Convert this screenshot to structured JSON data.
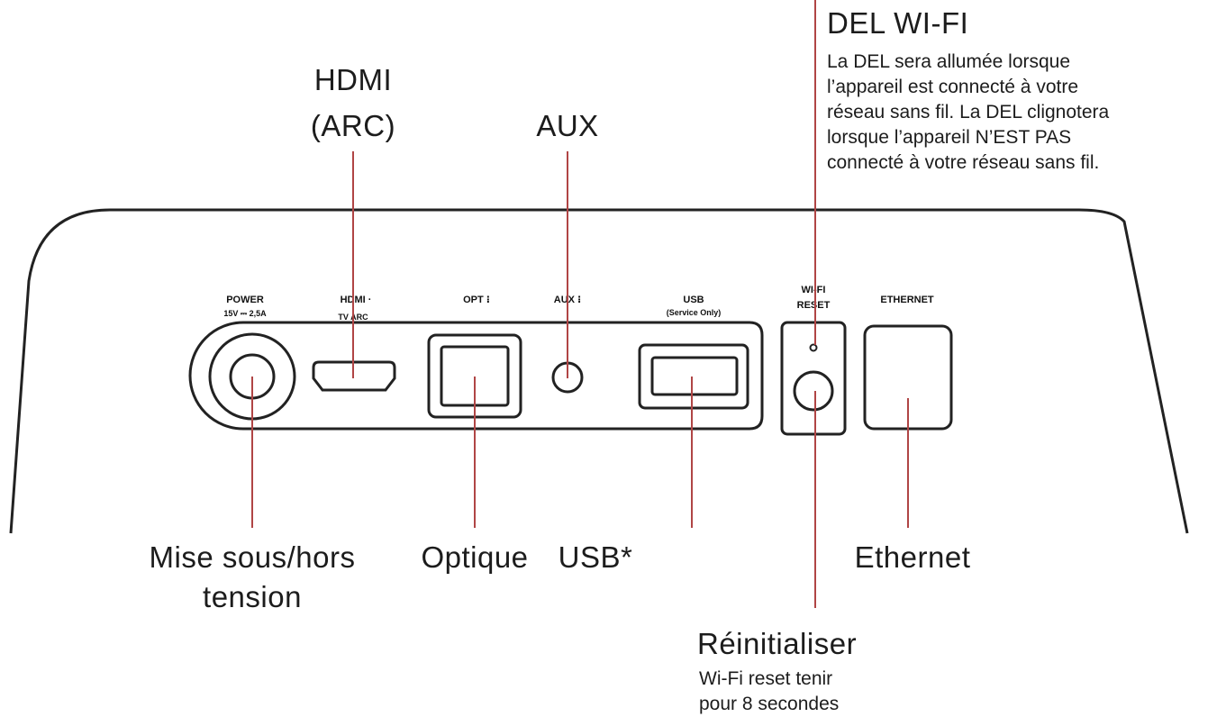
{
  "callouts": {
    "hdmi_line1": "HDMI",
    "hdmi_line2": "(ARC)",
    "aux": "AUX",
    "wifi_led_title": "DEL WI-FI",
    "wifi_led_desc": [
      "La DEL sera allumée lorsque",
      "l’appareil est connecté à votre",
      "réseau sans fil. La DEL clignotera",
      "lorsque l’appareil N’EST PAS",
      "connecté à votre réseau sans fil."
    ],
    "power_line1": "Mise sous/hors",
    "power_line2": "tension",
    "optical": "Optique",
    "usb": "USB*",
    "ethernet": "Ethernet",
    "reset_title": "Réinitialiser",
    "reset_desc": [
      "Wi-Fi reset tenir",
      "pour 8 secondes"
    ]
  },
  "panel_labels": {
    "power": "POWER",
    "power_rating": "15V ⎓ 2,5A",
    "hdmi": "HDMI ·",
    "tv_arc": "TV ARC",
    "opt": "OPT ⁝",
    "aux": "AUX ⁝",
    "usb": "USB",
    "usb_note": "(Service Only)",
    "wifi": "WI-FI",
    "reset": "RESET",
    "ethernet": "ETHERNET"
  },
  "colors": {
    "leader_line": "#b04545",
    "outline": "#222222",
    "text": "#1c1c1c"
  }
}
